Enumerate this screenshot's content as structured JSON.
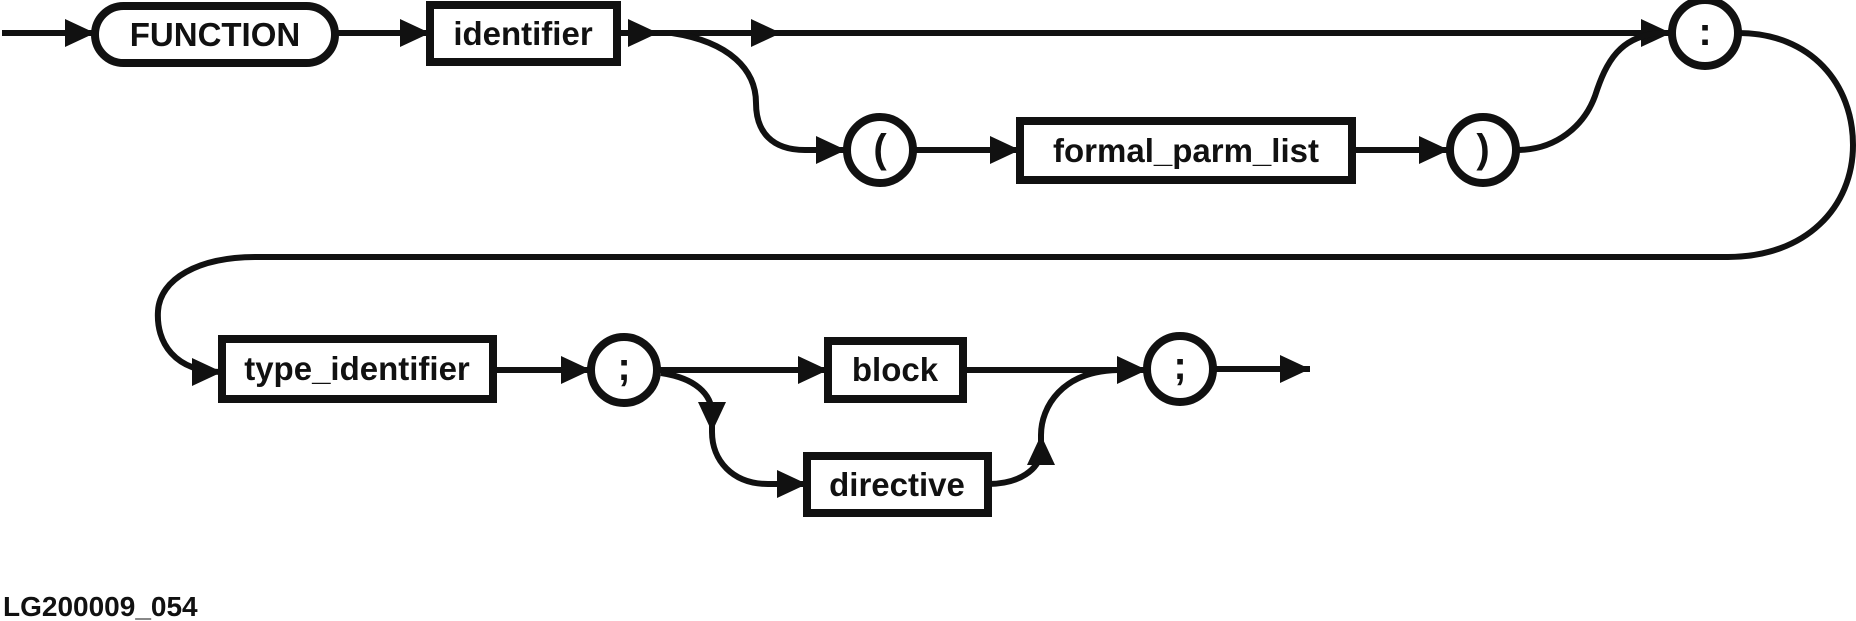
{
  "diagram": {
    "kind": "railroad-syntax-diagram",
    "production": "FUNCTION identifier [ ( formal_parm_list ) ] : type_identifier ; ( block | directive ) ;",
    "nodes": {
      "function": {
        "label": "FUNCTION",
        "shape": "rounded-terminal"
      },
      "identifier": {
        "label": "identifier",
        "shape": "box-nonterminal"
      },
      "open_paren": {
        "label": "(",
        "shape": "circle-terminal"
      },
      "formal_parm_list": {
        "label": "formal_parm_list",
        "shape": "box-nonterminal"
      },
      "close_paren": {
        "label": ")",
        "shape": "circle-terminal"
      },
      "colon": {
        "label": ":",
        "shape": "circle-terminal"
      },
      "type_identifier": {
        "label": "type_identifier",
        "shape": "box-nonterminal"
      },
      "semicolon_after_type": {
        "label": ";",
        "shape": "circle-terminal"
      },
      "block": {
        "label": "block",
        "shape": "box-nonterminal"
      },
      "directive": {
        "label": "directive",
        "shape": "box-nonterminal"
      },
      "semicolon_final": {
        "label": ";",
        "shape": "circle-terminal"
      }
    },
    "caption": "LG200009_054",
    "ink_color": "#111111",
    "background_color": "#ffffff"
  }
}
